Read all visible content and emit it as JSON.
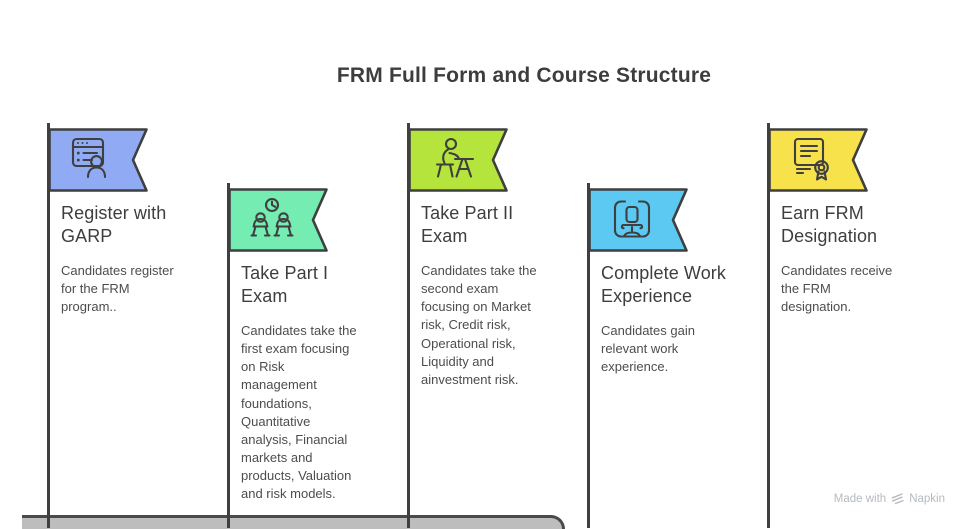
{
  "page": {
    "title": "FRM Full Form and Course Structure"
  },
  "colors": {
    "outline": "#3F3F3F",
    "title_text": "#3D3D3D",
    "heading_text": "#3E3E3E",
    "body_text": "#4D4D4D",
    "bar_fill": "#BDBDBD",
    "bar_edge": "#4A4A4A",
    "watermark": "#B5BABF"
  },
  "steps": [
    {
      "title": "Register with\nGARP",
      "description": "Candidates register for the FRM program..",
      "flag_color": "#90ABF4",
      "icon": "registration-form-icon"
    },
    {
      "title": "Take Part I\nExam",
      "description": "Candidates take the first exam focusing on Risk management foundations, Quantitative analysis, Financial markets and products, Valuation and risk models.",
      "flag_color": "#75EDB2",
      "icon": "exam-candidates-icon"
    },
    {
      "title": "Take Part II\nExam",
      "description": "Candidates take the second exam focusing on Market risk, Credit risk, Operational risk, Liquidity and ainvestment risk.",
      "flag_color": "#B5E43D",
      "icon": "exam-desk-icon"
    },
    {
      "title": "Complete Work\nExperience",
      "description": "Candidates gain relevant work experience.",
      "flag_color": "#5BC9F1",
      "icon": "office-chair-icon"
    },
    {
      "title": "Earn FRM\nDesignation",
      "description": "Candidates receive the FRM designation.",
      "flag_color": "#F7E24C",
      "icon": "certificate-icon"
    }
  ],
  "watermark": {
    "prefix": "Made with",
    "brand": "Napkin"
  }
}
